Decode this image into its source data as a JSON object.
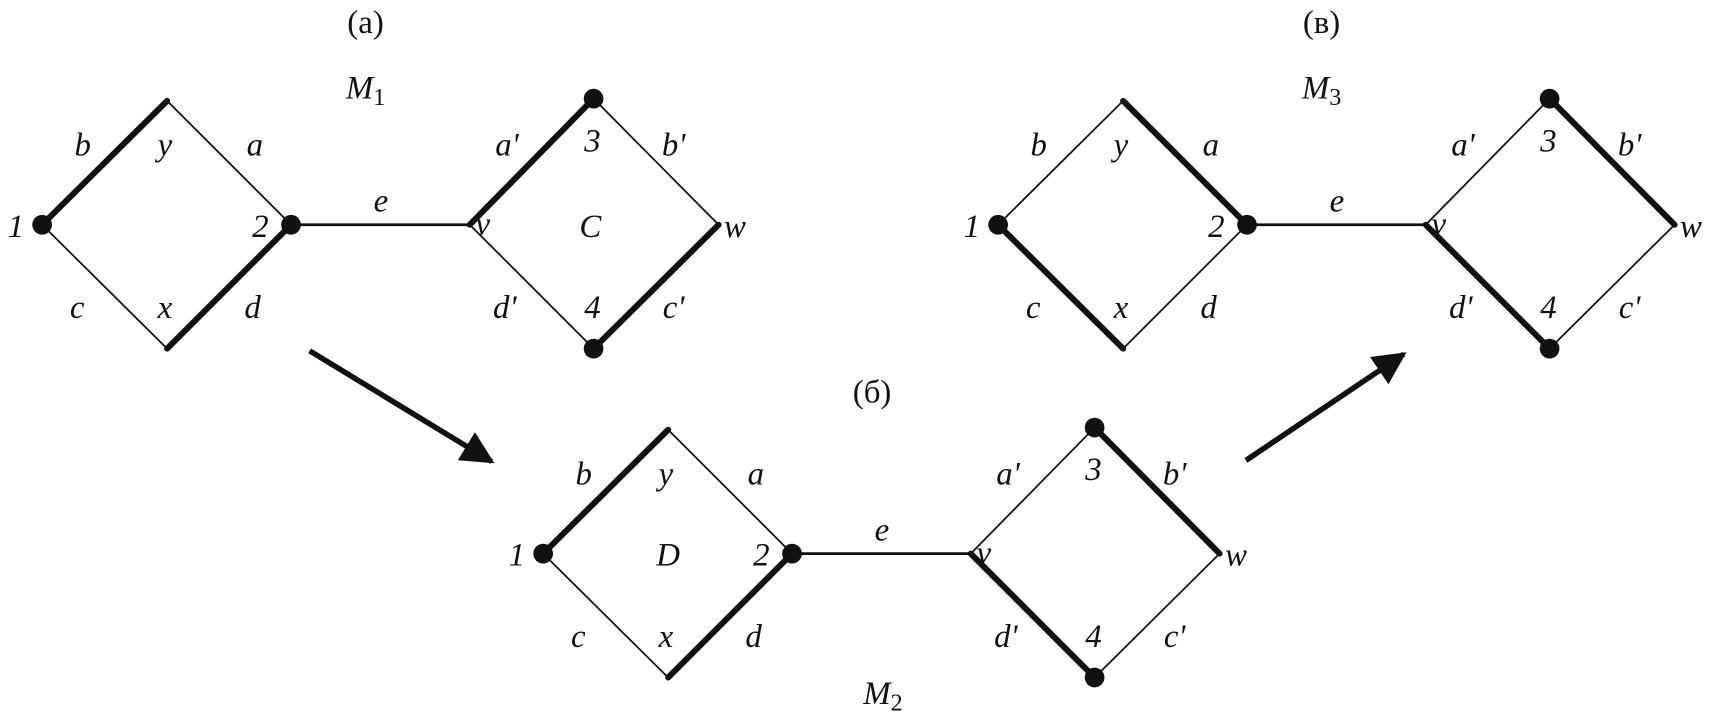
{
  "graphs": [
    {
      "id": "a",
      "caption": "(а)",
      "name": "M",
      "name_sub": "1",
      "face_label": "C",
      "labels": {
        "1": "1",
        "2": "2",
        "3": "3",
        "4": "4",
        "x": "x",
        "y": "y",
        "v": "v",
        "w": "w",
        "a": "a",
        "b": "b",
        "c": "c",
        "d": "d",
        "e": "e",
        "a'": "a'",
        "b'": "b'",
        "c'": "c'",
        "d'": "d'"
      },
      "bold_edges": [
        "b",
        "d",
        "a'",
        "c'"
      ]
    },
    {
      "id": "b",
      "caption": "(б)",
      "name": "M",
      "name_sub": "2",
      "face_label": "D",
      "labels": {
        "1": "1",
        "2": "2",
        "3": "3",
        "4": "4",
        "x": "x",
        "y": "y",
        "v": "v",
        "w": "w",
        "a": "a",
        "b": "b",
        "c": "c",
        "d": "d",
        "e": "e",
        "a'": "a'",
        "b'": "b'",
        "c'": "c'",
        "d'": "d'"
      },
      "bold_edges": [
        "b",
        "d",
        "b'",
        "d'"
      ]
    },
    {
      "id": "c",
      "caption": "(в)",
      "name": "M",
      "name_sub": "3",
      "face_label": "",
      "labels": {
        "1": "1",
        "2": "2",
        "3": "3",
        "4": "4",
        "x": "x",
        "y": "y",
        "v": "v",
        "w": "w",
        "a": "a",
        "b": "b",
        "c": "c",
        "d": "d",
        "e": "e",
        "a'": "a'",
        "b'": "b'",
        "c'": "c'",
        "d'": "d'"
      },
      "bold_edges": [
        "a",
        "c",
        "b'",
        "d'"
      ]
    }
  ]
}
